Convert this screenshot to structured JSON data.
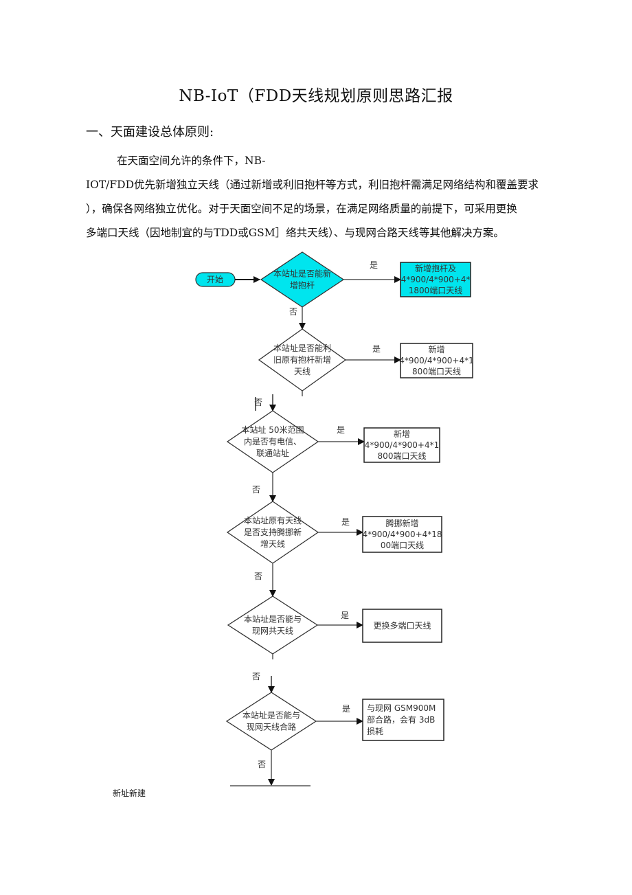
{
  "document": {
    "title": "NB-IoT（FDD天线规划原则思路汇报",
    "section_heading": "一、天面建设总体原则:",
    "paragraph_lines": [
      "在天面空间允许的条件下，NB-",
      "IOT/FDD优先新增独立天线（通过新增或利旧抱杆等方式，利旧抱杆需满足网络结构和覆盖要求",
      "），确保各网络独立优化。对于天面空间不足的场景，在满足网络质量的前提下，可采用更换",
      "多端口天线（因地制宜的与TDD或GSM］络共天线）、与现网合路天线等其他解决方案。"
    ]
  },
  "flowchart": {
    "colors": {
      "highlight": "#00e5ee",
      "stroke": "#333333",
      "line": "#555555"
    },
    "start": {
      "label": "开始"
    },
    "yes_label": "是",
    "no_label": "否",
    "steps": [
      {
        "decision": [
          "本站址是否能新",
          "增抱杆"
        ],
        "result": [
          "新增抱杆及",
          "4*900/4*900+4*",
          "1800端口天线"
        ],
        "highlight": true
      },
      {
        "decision": [
          "本站址是否能利",
          "旧原有抱杆新增",
          "天线"
        ],
        "result": [
          "新增",
          "4*900/4*900+4*1",
          "800端口天线"
        ],
        "highlight": false
      },
      {
        "decision": [
          "本站址 50米范围",
          "内是否有电信、",
          "联通站址"
        ],
        "result": [
          "新增",
          "4*900/4*900+4*1",
          "800端口天线"
        ],
        "highlight": false
      },
      {
        "decision": [
          "本站址原有天线",
          "是否支持腾挪新",
          "增天线"
        ],
        "result": [
          "腾挪新增",
          "4*900/4*900+4*18",
          "00端口天线"
        ],
        "highlight": false
      },
      {
        "decision": [
          "本站址是否能与",
          "现网共天线"
        ],
        "result": [
          "更换多端口天线"
        ],
        "highlight": false
      },
      {
        "decision": [
          "本站址是否能与",
          "现网天线合路"
        ],
        "result": [
          "与现网 GSM900M",
          "部合路，会有 3dB",
          "损耗"
        ],
        "highlight": false,
        "left_align": true
      }
    ],
    "end_label": "新址新建"
  }
}
